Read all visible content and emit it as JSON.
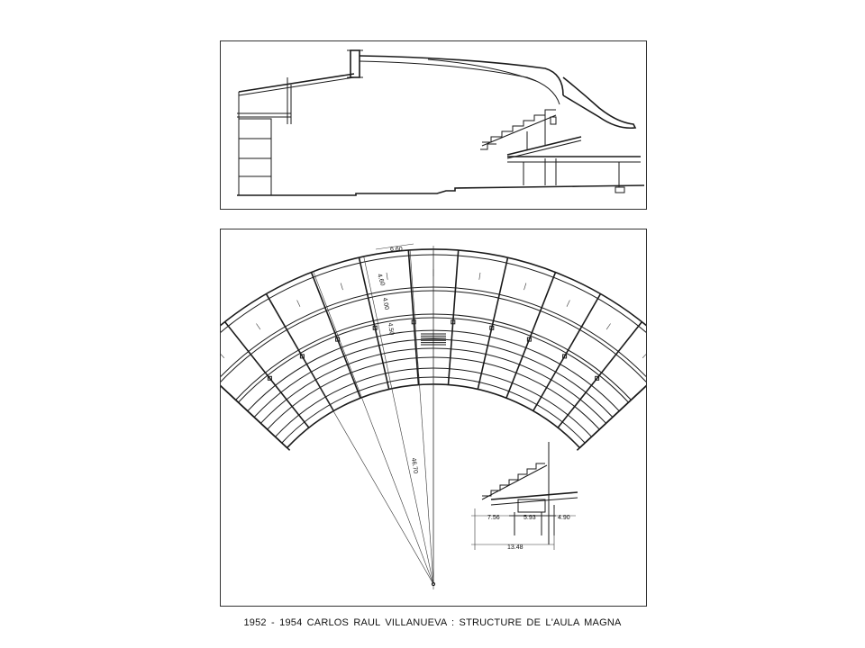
{
  "caption": "1952 - 1954   CARLOS  RAUL  VILLANUEVA  :  STRUCTURE  DE  L'AULA  MAGNA",
  "plan_dimensions": {
    "bay_width": "6.60",
    "radius": "46.70",
    "depth_1": "4.60",
    "depth_2": "4.00",
    "depth_3": "4.50"
  },
  "detail_dimensions": {
    "span_a": "7.56",
    "span_b": "5.93",
    "span_c": "4.90",
    "total": "13.48"
  }
}
